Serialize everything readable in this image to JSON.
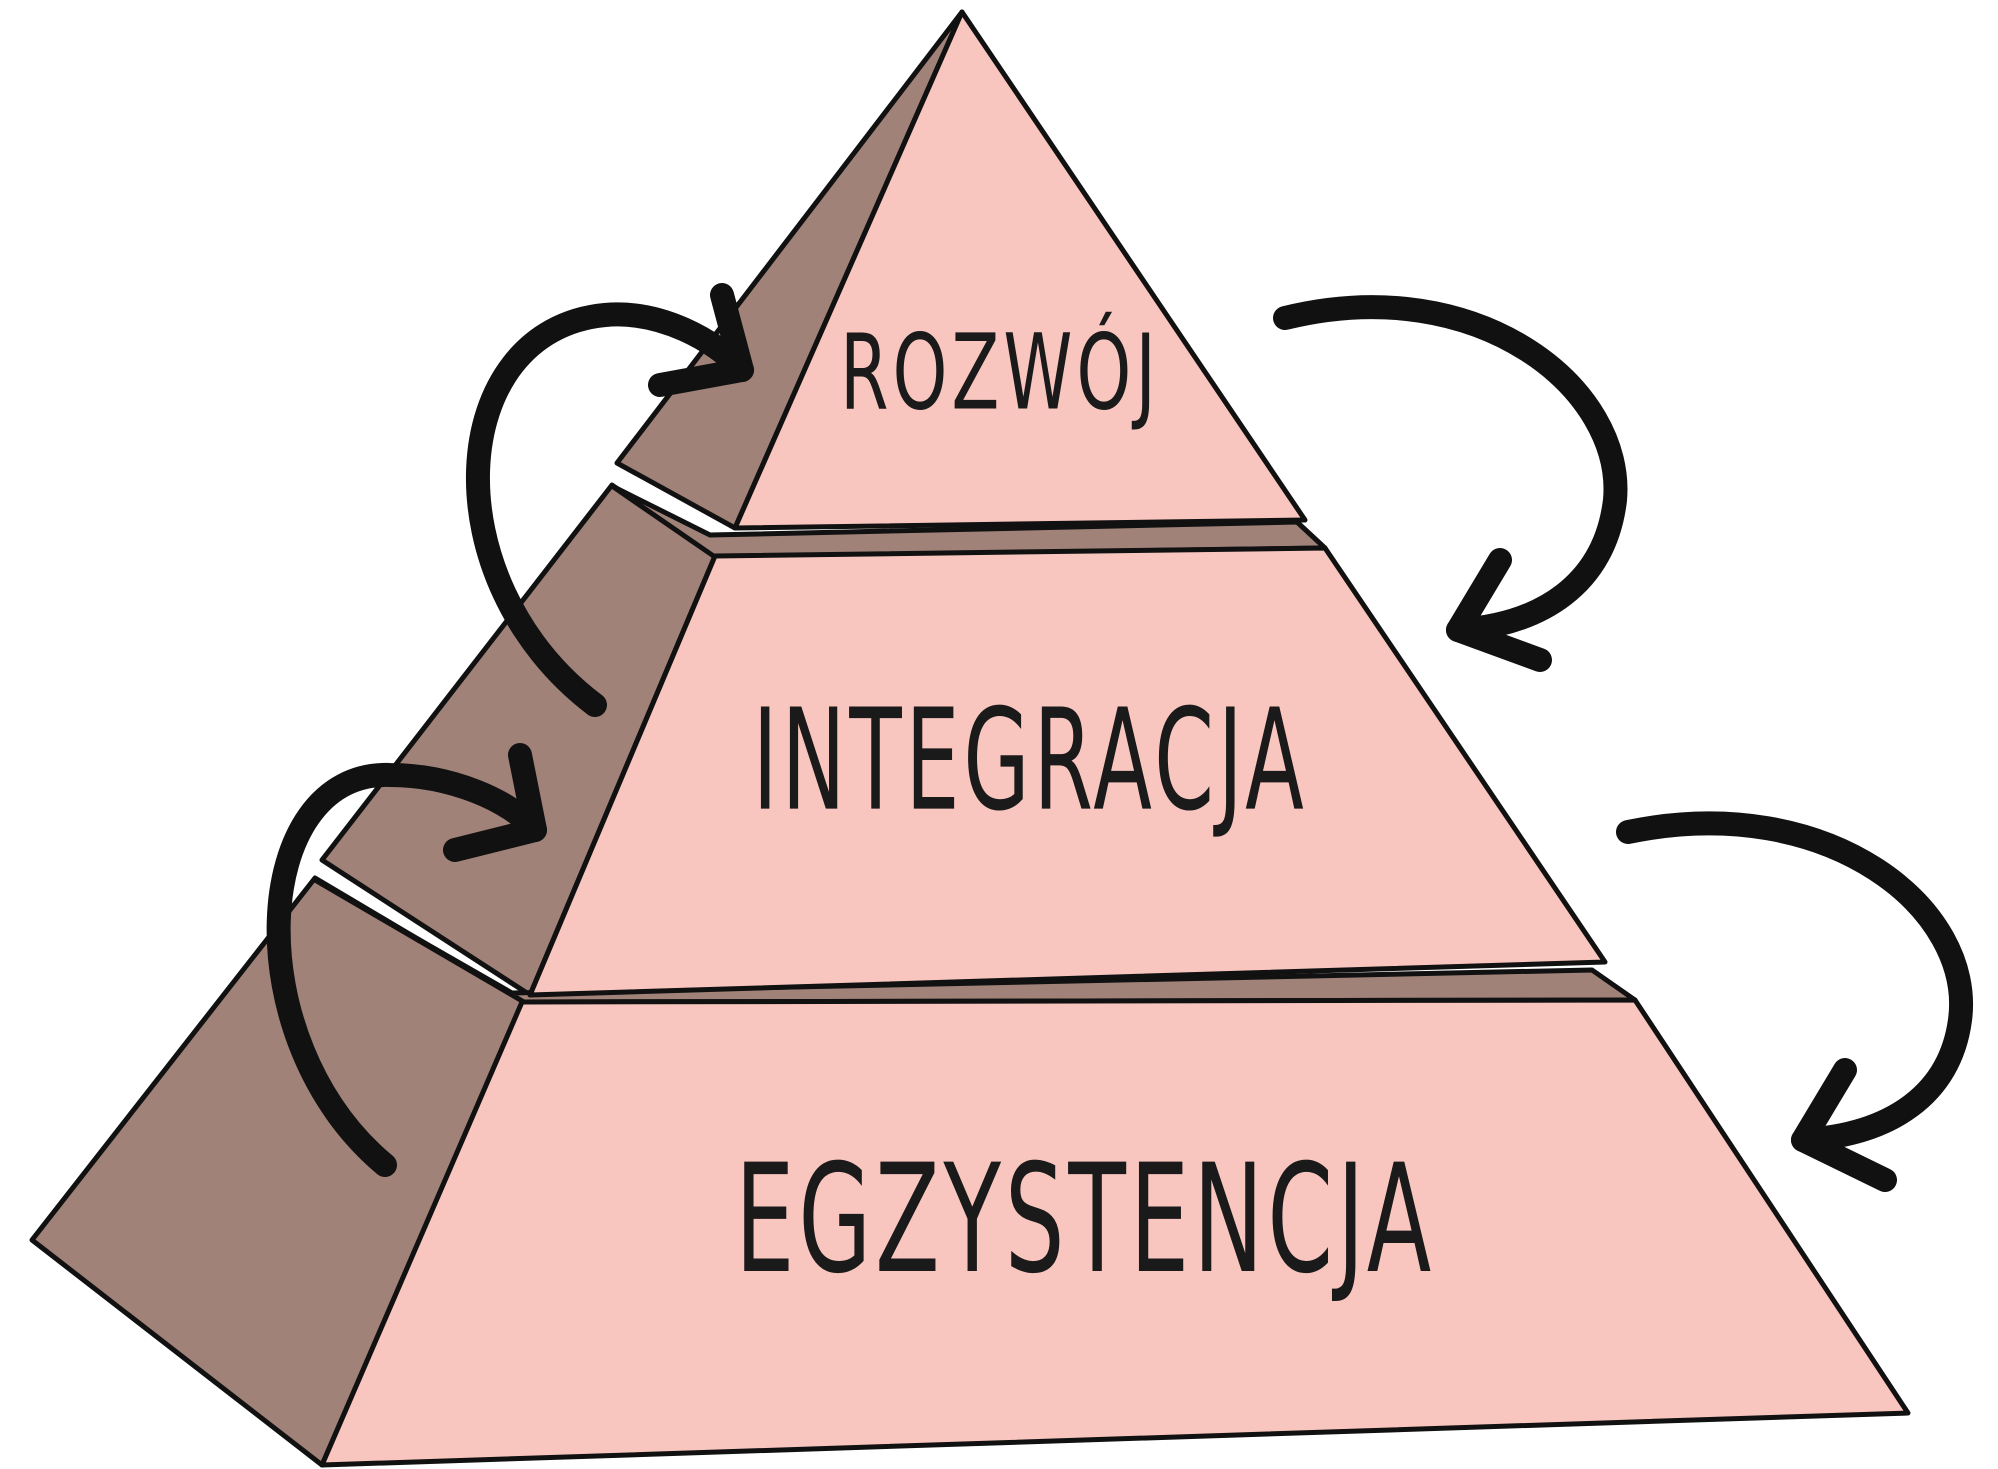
{
  "diagram": {
    "type": "pyramid",
    "tiers": [
      {
        "id": "top",
        "label": "ROZWÓJ"
      },
      {
        "id": "middle",
        "label": "INTEGRACJA"
      },
      {
        "id": "bottom",
        "label": "EGZYSTENCJA"
      }
    ],
    "arrows": [
      {
        "side": "left",
        "from": "bottom",
        "to": "middle",
        "direction": "upward"
      },
      {
        "side": "left",
        "from": "middle",
        "to": "top",
        "direction": "upward"
      },
      {
        "side": "right",
        "from": "top",
        "to": "middle",
        "direction": "downward"
      },
      {
        "side": "right",
        "from": "middle",
        "to": "bottom",
        "direction": "downward"
      }
    ],
    "colors": {
      "front_face": "#f9c6bf",
      "side_face": "#a08279",
      "outline": "#111111",
      "arrow": "#111111"
    }
  }
}
